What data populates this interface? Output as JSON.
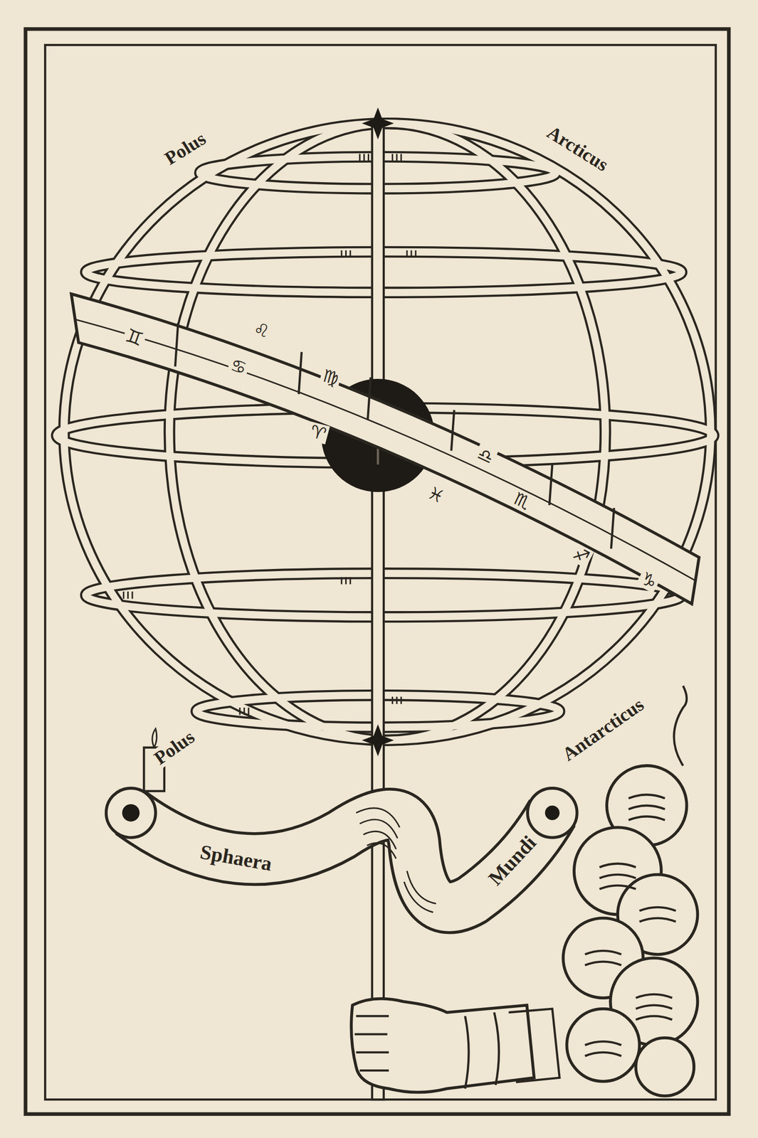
{
  "diagram": {
    "labels": [
      "Polus",
      "Arcticus",
      "♊",
      "♌",
      "♋",
      "♍",
      "♈",
      "♓",
      "♎",
      "♏",
      "♐",
      "♑",
      "Polus",
      "Antarcticus",
      "Sphaera",
      "Mundi"
    ]
  }
}
